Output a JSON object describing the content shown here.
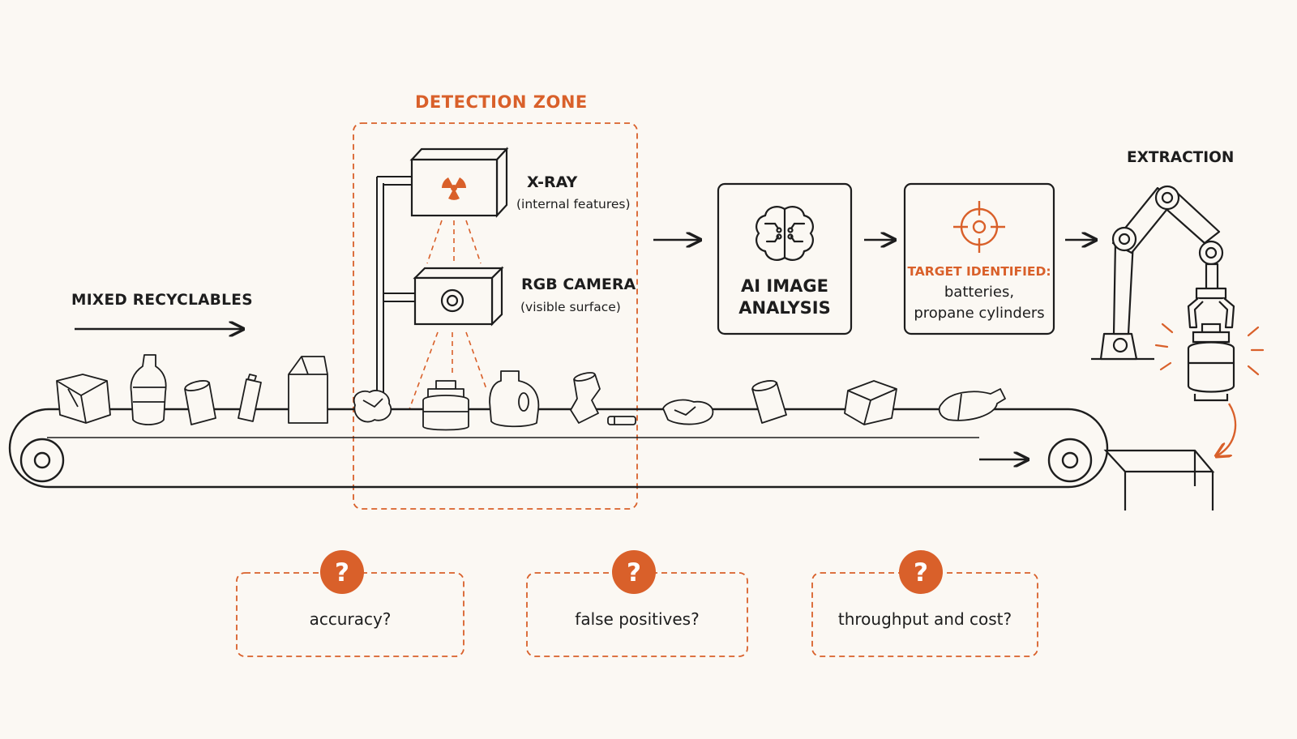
{
  "input_label": "MIXED RECYCLABLES",
  "detection_zone": {
    "title": "DETECTION ZONE",
    "xray": {
      "title": "X-RAY",
      "subtitle": "(internal features)"
    },
    "rgb": {
      "title": "RGB CAMERA",
      "subtitle": "(visible surface)"
    }
  },
  "analysis": {
    "line1": "AI IMAGE",
    "line2": "ANALYSIS"
  },
  "target": {
    "title": "TARGET IDENTIFIED:",
    "line1": "batteries,",
    "line2": "propane cylinders"
  },
  "extraction_label": "EXTRACTION",
  "questions": [
    {
      "text": "accuracy?"
    },
    {
      "text": "false positives?"
    },
    {
      "text": "throughput and cost?"
    }
  ],
  "colors": {
    "accent": "#d9602a",
    "ink": "#1d1d1d",
    "background": "#fbf8f3"
  }
}
